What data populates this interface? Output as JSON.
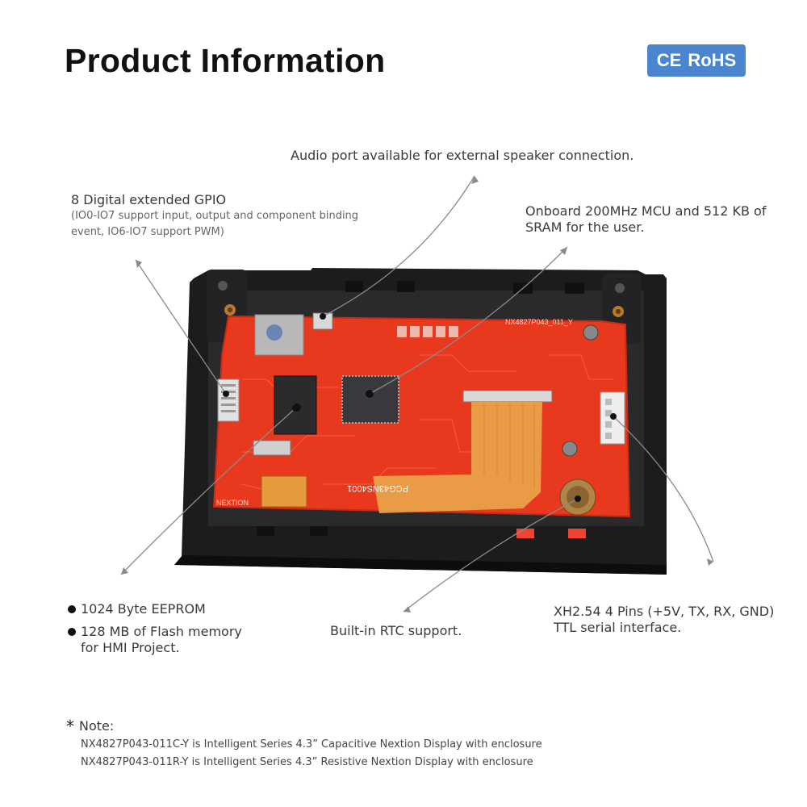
{
  "header": {
    "title": "Product Information"
  },
  "badge": {
    "ce": "CE",
    "rohs": "RoHS",
    "color": "#4a86d0"
  },
  "callouts": {
    "audio": "Audio port available for external speaker connection.",
    "gpio_title": "8 Digital extended GPIO",
    "gpio_detail": "(IO0-IO7 support input, output and component binding event, IO6-IO7 support PWM)",
    "mcu": "Onboard 200MHz MCU and 512 KB of SRAM for the user.",
    "eeprom": "1024 Byte EEPROM",
    "flash": "128 MB of Flash memory for HMI Project.",
    "rtc": "Built-in RTC support.",
    "serial": "XH2.54 4 Pins (+5V, TX, RX, GND) TTL serial interface."
  },
  "board": {
    "model_silk": "NX4827P043_011_Y",
    "fpc_silk": "PCG43NS4001",
    "brand_silk": "NEXTION",
    "pcb_color": "#e8391f",
    "enclosure_color": "#1c1c1e"
  },
  "note": {
    "marker": "*",
    "title": "Note:",
    "lines": [
      "NX4827P043-011C-Y is Intelligent Series 4.3” Capacitive Nextion Display with enclosure",
      "NX4827P043-011R-Y is Intelligent Series 4.3” Resistive Nextion Display with enclosure"
    ]
  }
}
